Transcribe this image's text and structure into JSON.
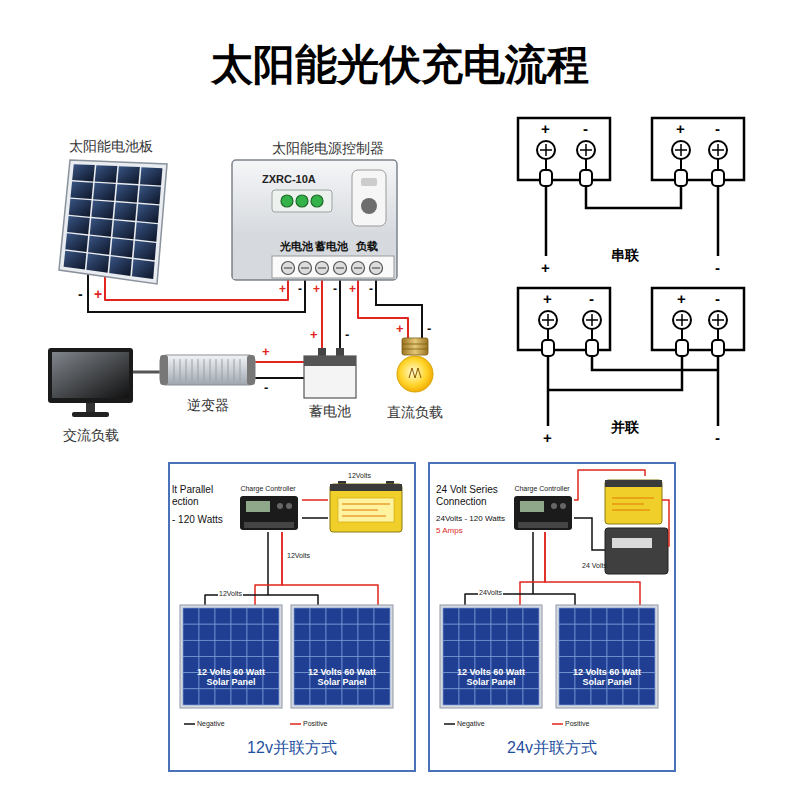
{
  "diagram": {
    "title": "太阳能光伏充电流程",
    "nodes": [
      {
        "text": [
          "太阳能电池板"
        ]
      },
      {
        "text": [
          "太阳能电源控制器",
          "ZXRC-10A",
          "光电池",
          "蓄电池",
          "负载"
        ]
      },
      {
        "text": [
          "交流负载"
        ]
      },
      {
        "text": [
          "逆变器"
        ]
      },
      {
        "text": [
          "蓄电池"
        ]
      },
      {
        "text": [
          "直流负载"
        ]
      },
      {
        "text": [
          "lt Parallel ection",
          "- 120 Watts",
          "12v并联方式"
        ]
      },
      {
        "text": [
          "Charge Controller"
        ],
        "in": 6
      },
      {
        "text": [
          "12Volts"
        ],
        "in": 6
      },
      {
        "text": [
          "12 Volts 60 Watt Solar Panel"
        ],
        "in": 6
      },
      {
        "text": [
          "12 Volts 60 Watt Solar Panel"
        ],
        "in": 6
      },
      {
        "text": [
          "24 Volt Series Connection",
          "24Volts - 120 Watts",
          "5 Amps",
          "24v并联方式"
        ]
      },
      {
        "text": [
          "Charge Controller"
        ],
        "in": 11
      },
      {
        "text": [
          "24 Volts"
        ],
        "in": 11
      },
      {
        "text": [
          "12 Volts 60 Watt Solar Panel"
        ],
        "in": 11
      },
      {
        "text": [
          "12 Volts 60 Watt Solar Panel"
        ],
        "in": 11
      }
    ],
    "edges": [
      {
        "from": 0,
        "to": 1,
        "arrow": "none"
      },
      {
        "from": 1,
        "to": 4,
        "arrow": "none"
      },
      {
        "from": 1,
        "to": 5,
        "arrow": "none"
      },
      {
        "from": 4,
        "to": 3,
        "arrow": "none"
      },
      {
        "from": 3,
        "to": 2,
        "arrow": "none"
      },
      {
        "from": 7,
        "to": 8,
        "arrow": "none"
      },
      {
        "from": 7,
        "to": 9,
        "label": "12Volts",
        "arrow": "none"
      },
      {
        "from": 7,
        "to": 10,
        "arrow": "none"
      },
      {
        "from": 9,
        "to": 10,
        "label": "12Volts",
        "arrow": "none"
      },
      {
        "from": 12,
        "to": 13,
        "arrow": "none"
      },
      {
        "from": 12,
        "to": 14,
        "arrow": "none"
      },
      {
        "from": 12,
        "to": 15,
        "arrow": "none"
      },
      {
        "from": 14,
        "to": 15,
        "label": "24Volts",
        "arrow": "none"
      }
    ],
    "labels": [
      "-",
      "+",
      "+",
      "-",
      "+",
      "-",
      "+",
      "-",
      "+",
      "-",
      "+",
      "-",
      "+",
      "-",
      "+",
      "-",
      "+",
      "-",
      "+",
      "-",
      "串联",
      "+",
      "-",
      "+",
      "-",
      "+",
      "-",
      "并联"
    ],
    "legend": [
      {
        "text": "Negative"
      },
      {
        "text": "Positive"
      },
      {
        "text": "Negative"
      },
      {
        "text": "Positive"
      }
    ]
  }
}
